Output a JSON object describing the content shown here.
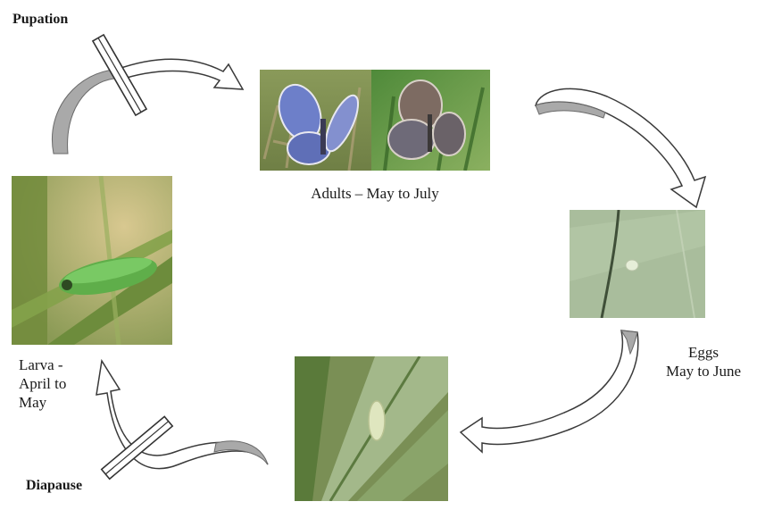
{
  "diagram": {
    "pupation_label": "Pupation",
    "diapause_label": "Diapause",
    "adults_label": "Adults – May to July",
    "eggs_label_line1": "Eggs",
    "eggs_label_line2": "May to June",
    "larva_label_line1": "Larva -",
    "larva_label_line2": "April to",
    "larva_label_line3": "May",
    "colors": {
      "arrow_fill": "#ffffff",
      "arrow_stroke": "#3a3a3a",
      "arrow_shadow": "#9a9a9a"
    }
  }
}
